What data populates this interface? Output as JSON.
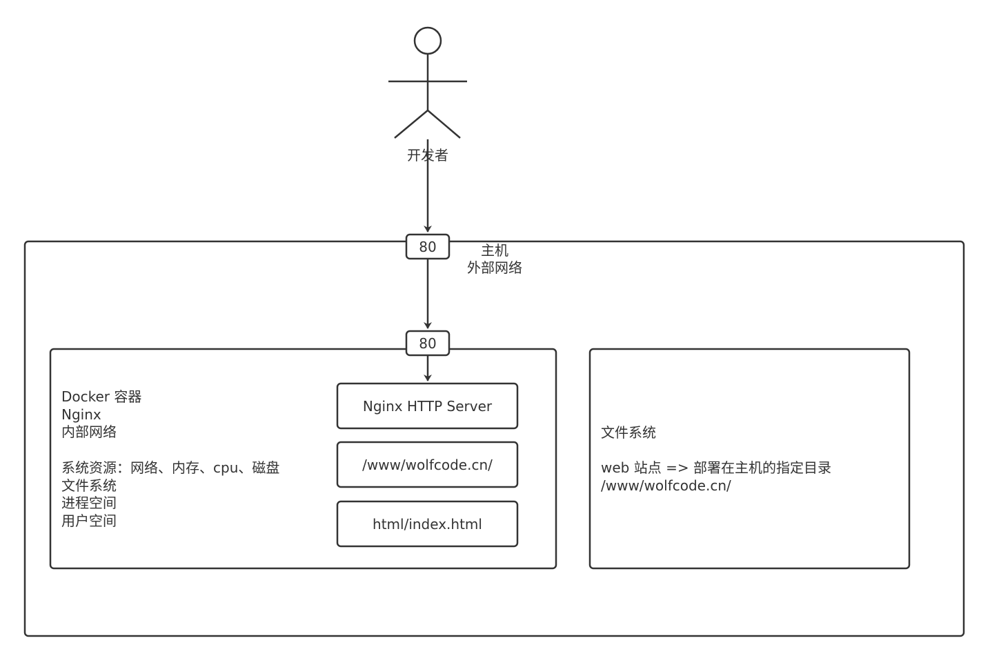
{
  "actor": {
    "label": "开发者"
  },
  "host": {
    "port": "80",
    "label_line1": "主机",
    "label_line2": "外部网络"
  },
  "container": {
    "port": "80",
    "desc": {
      "line1": "Docker 容器",
      "line2": "Nginx",
      "line3": "内部网络",
      "line4": "系统资源：网络、内存、cpu、磁盘",
      "line5": "文件系统",
      "line6": "进程空间",
      "line7": "用户空间"
    },
    "stack": [
      "Nginx HTTP Server",
      "/www/wolfcode.cn/",
      "html/index.html"
    ]
  },
  "filesystem": {
    "line1": "文件系统",
    "line2": "web 站点 => 部署在主机的指定目录",
    "line3": "/www/wolfcode.cn/"
  },
  "colors": {
    "stroke": "#333333",
    "background": "#ffffff"
  }
}
